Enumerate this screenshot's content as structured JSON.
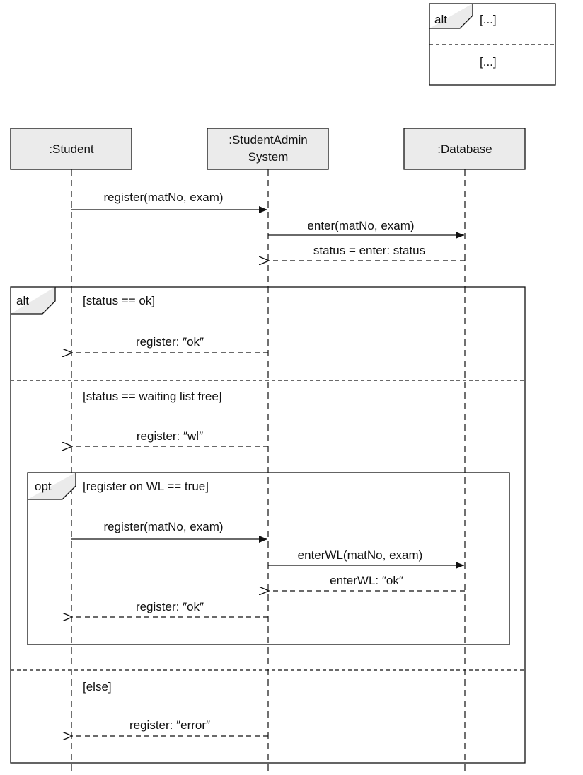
{
  "legend": {
    "operator": "alt",
    "guard_top": "[...]",
    "guard_bottom": "[...]"
  },
  "lifelines": {
    "student": ":Student",
    "system_line1": ":StudentAdmin",
    "system_line2": "System",
    "database": ":Database"
  },
  "messages": {
    "m1": "register(matNo, exam)",
    "m2": "enter(matNo, exam)",
    "m3": "status = enter: status",
    "m4": "register: ″ok″",
    "m5": "register: ″wl″",
    "m6": "register(matNo, exam)",
    "m7": "enterWL(matNo, exam)",
    "m8": "enterWL: ″ok″",
    "m9": "register: ″ok″",
    "m10": "register: ″error″"
  },
  "fragments": {
    "alt": {
      "operator": "alt",
      "guard1": "[status == ok]",
      "guard2": "[status == waiting list free]",
      "guard3": "[else]"
    },
    "opt": {
      "operator": "opt",
      "guard": "[register on WL == true]"
    }
  },
  "colors": {
    "head_fill": "#ebebeb",
    "line": "#1a1a1a",
    "text": "#111111"
  }
}
